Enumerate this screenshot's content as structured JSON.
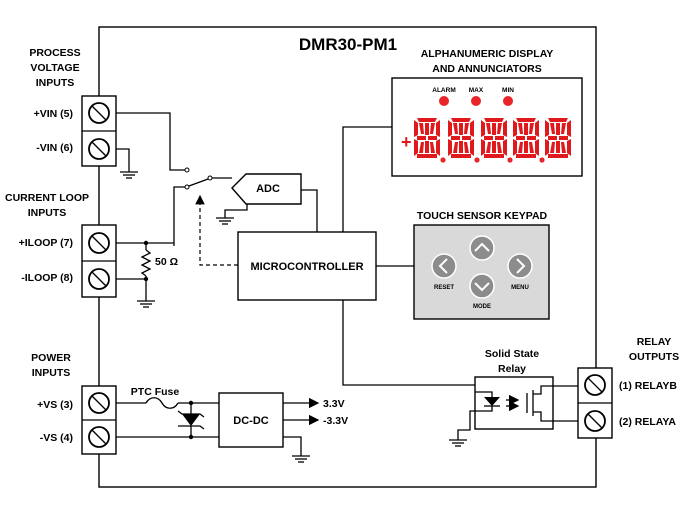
{
  "title": "DMR30-PM1",
  "left_labels": {
    "process": [
      "PROCESS",
      "VOLTAGE",
      "INPUTS"
    ],
    "vin_pos": "+VIN (5)",
    "vin_neg": "-VIN (6)",
    "current": [
      "CURRENT LOOP",
      "INPUTS"
    ],
    "iloop_pos": "+ILOOP (7)",
    "iloop_neg": "-ILOOP (8)",
    "power": [
      "POWER",
      "INPUTS"
    ],
    "vs_pos": "+VS (3)",
    "vs_neg": "-VS (4)"
  },
  "components": {
    "resistor": "50 Ω",
    "adc": "ADC",
    "microcontroller": "MICROCONTROLLER",
    "ptc_fuse": "PTC Fuse",
    "dcdc": "DC-DC",
    "out_pos": "3.3V",
    "out_neg": "-3.3V"
  },
  "display": {
    "title": [
      "ALPHANUMERIC DISPLAY",
      "AND ANNUNCIATORS"
    ],
    "annunciators": [
      "ALARM",
      "MAX",
      "MIN"
    ],
    "sign": "+",
    "digit_color": "#e0191c",
    "led_color": "#e8262a"
  },
  "keypad": {
    "title": "TOUCH SENSOR KEYPAD",
    "reset": "RESET",
    "menu": "MENU",
    "mode": "MODE",
    "key_color": "#8c8c8c",
    "panel_color": "#d9d9d9"
  },
  "relay": {
    "ssr": [
      "Solid State",
      "Relay"
    ],
    "outputs": [
      "RELAY",
      "OUTPUTS"
    ],
    "relayb": "(1) RELAYB",
    "relaya": "(2) RELAYA"
  }
}
